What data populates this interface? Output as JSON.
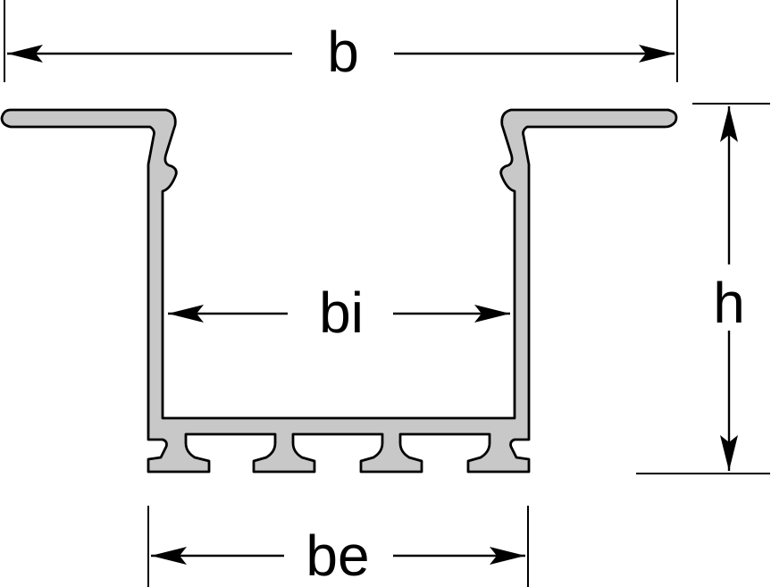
{
  "labels": {
    "overall_width": "b",
    "inner_width": "bi",
    "height": "h",
    "base_width": "be"
  },
  "colors": {
    "profile_fill": "#c8c8c8",
    "line": "#000000",
    "background": "#ffffff"
  }
}
